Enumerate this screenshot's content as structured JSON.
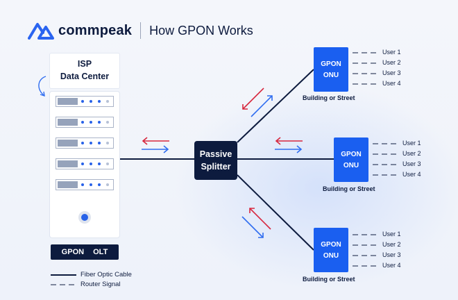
{
  "header": {
    "brand": "commpeak",
    "title": "How GPON Works"
  },
  "isp": {
    "line1": "ISP",
    "line2": "Data Center"
  },
  "olt": {
    "label": "GPON OLT"
  },
  "splitter": {
    "line1": "Passive",
    "line2": "Splitter"
  },
  "onus": [
    {
      "line1": "GPON",
      "line2": "ONU",
      "caption": "Building or Street",
      "users": [
        "User 1",
        "User 2",
        "User 3",
        "User 4"
      ]
    },
    {
      "line1": "GPON",
      "line2": "ONU",
      "caption": "Building or Street",
      "users": [
        "User 1",
        "User 2",
        "User 3",
        "User 4"
      ]
    },
    {
      "line1": "GPON",
      "line2": "ONU",
      "caption": "Building or Street",
      "users": [
        "User 1",
        "User 2",
        "User 3",
        "User 4"
      ]
    }
  ],
  "legend": {
    "fiber": "Fiber Optic Cable",
    "router": "Router Signal"
  },
  "colors": {
    "navy": "#0d1b3e",
    "blue": "#1a5ff0",
    "red_arrow": "#d7263d",
    "blue_arrow": "#2f6df0"
  }
}
